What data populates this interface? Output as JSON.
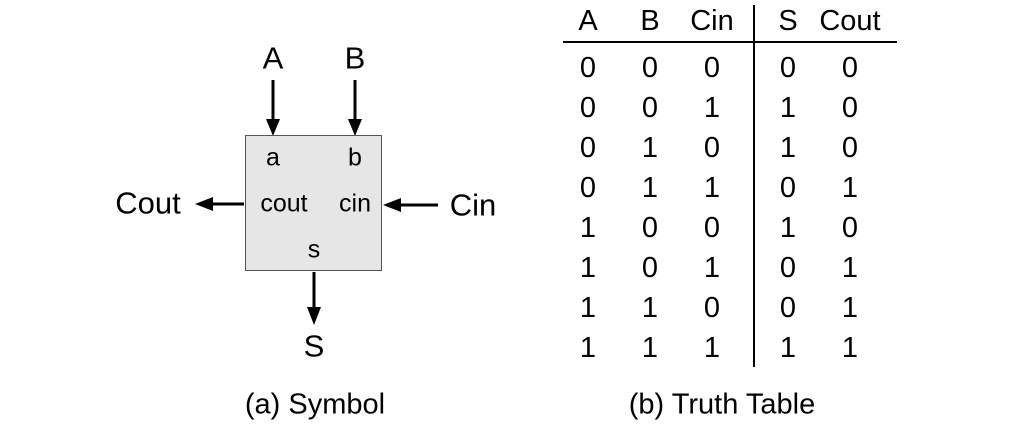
{
  "symbol": {
    "caption": "(a) Symbol",
    "pins": {
      "top_left": "a",
      "top_right": "b",
      "left": "cout",
      "right": "cin",
      "bottom": "s"
    },
    "signals": {
      "top_left": "A",
      "top_right": "B",
      "left": "Cout",
      "right": "Cin",
      "bottom": "S"
    }
  },
  "truth_table": {
    "caption": "(b) Truth Table",
    "headers": [
      "A",
      "B",
      "Cin",
      "S",
      "Cout"
    ],
    "rows": [
      [
        "0",
        "0",
        "0",
        "0",
        "0"
      ],
      [
        "0",
        "0",
        "1",
        "1",
        "0"
      ],
      [
        "0",
        "1",
        "0",
        "1",
        "0"
      ],
      [
        "0",
        "1",
        "1",
        "0",
        "1"
      ],
      [
        "1",
        "0",
        "0",
        "1",
        "0"
      ],
      [
        "1",
        "0",
        "1",
        "0",
        "1"
      ],
      [
        "1",
        "1",
        "0",
        "0",
        "1"
      ],
      [
        "1",
        "1",
        "1",
        "1",
        "1"
      ]
    ]
  },
  "colors": {
    "background": "#ffffff",
    "box_fill": "#e6e6e6",
    "box_border": "#545454",
    "line": "#000000",
    "text": "#000000"
  }
}
